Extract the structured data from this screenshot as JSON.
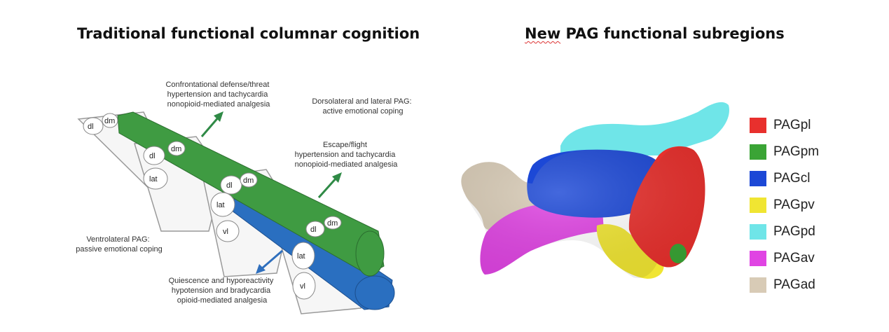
{
  "titles": {
    "left": "Traditional functional columnar cognition",
    "right_first_word": "New",
    "right_rest": " PAG functional subregions"
  },
  "annotations": {
    "confrontational": [
      "Confrontational defense/threat",
      "hypertension and tachycardia",
      "nonopioid-mediated analgesia"
    ],
    "dorsolateral": [
      "Dorsolateral and lateral PAG:",
      "active emotional coping"
    ],
    "escape": [
      "Escape/flight",
      "hypertension and tachycardia",
      "nonopioid-mediated analgesia"
    ],
    "ventrolateral": [
      "Ventrolateral PAG:",
      "passive emotional coping"
    ],
    "quiescence": [
      "Quiescence and hyporeactivity",
      "hypotension and bradycardia",
      "opioid-mediated analgesia"
    ]
  },
  "region_labels": {
    "dl": "dl",
    "dm": "dm",
    "lat": "lat",
    "vl": "vl"
  },
  "legend": [
    {
      "label": "PAGpl",
      "color": "#e8302d"
    },
    {
      "label": "PAGpm",
      "color": "#3aa435"
    },
    {
      "label": "PAGcl",
      "color": "#1c48d6"
    },
    {
      "label": "PAGpv",
      "color": "#f0e532"
    },
    {
      "label": "PAGpd",
      "color": "#6fe5e8"
    },
    {
      "label": "PAGav",
      "color": "#e044e3"
    },
    {
      "label": "PAGad",
      "color": "#d8cbb6"
    }
  ],
  "colors": {
    "green_column": "#3f9b42",
    "blue_column": "#2a6fc0",
    "arrow_green": "#2f8a46",
    "arrow_blue": "#2f6fbd"
  }
}
